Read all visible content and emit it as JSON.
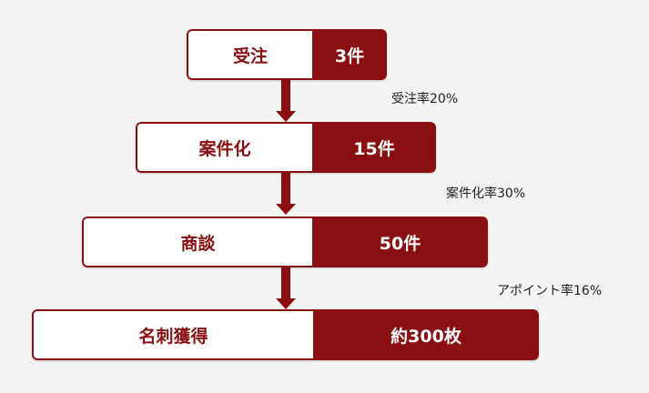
{
  "funnel": {
    "stages": [
      {
        "label": "受注",
        "value": "3件"
      },
      {
        "label": "案件化",
        "value": "15件"
      },
      {
        "label": "商談",
        "value": "50件"
      },
      {
        "label": "名刺獲得",
        "value": "約300枚"
      }
    ],
    "rates": [
      "受注率20%",
      "案件化率30%",
      "アポイント率16%"
    ]
  },
  "colors": {
    "accent": "#8a0f12",
    "background": "#f4f4f4",
    "label_bg": "#ffffff"
  }
}
